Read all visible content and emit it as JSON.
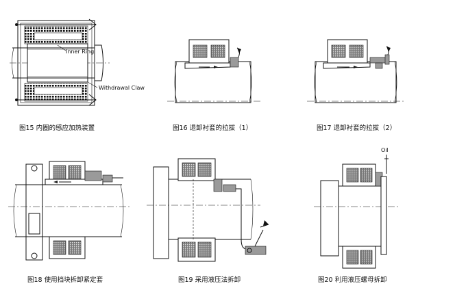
{
  "figures": [
    {
      "caption": "图15 内圈的感应加热装置",
      "labels": {
        "inner_ring": "Inner Ring",
        "withdrawal_claw": "Withdrawal Claw"
      }
    },
    {
      "caption": "图16 退卸衬套的拉拔（1）"
    },
    {
      "caption": "图17 退卸衬套的拉拔（2）"
    },
    {
      "caption": "图18 使用挡块拆卸紧定套"
    },
    {
      "caption": "图19 采用液压法拆卸"
    },
    {
      "caption": "图20 利用液压螺母拆卸",
      "labels": {
        "oil": "Oil"
      }
    }
  ]
}
